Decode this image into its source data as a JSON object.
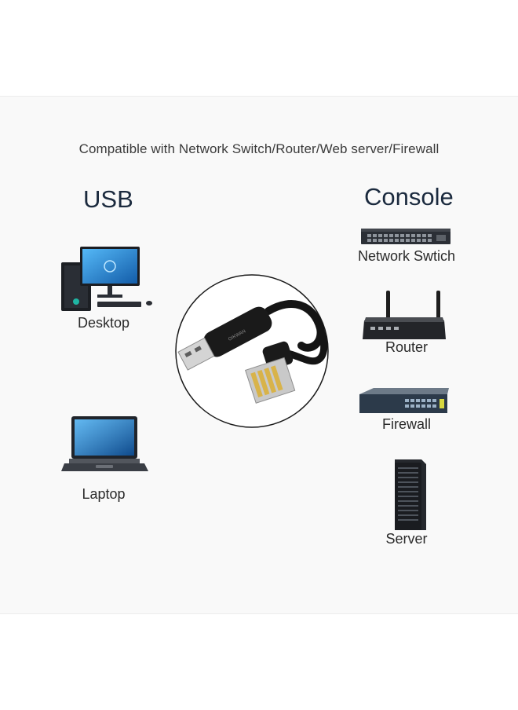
{
  "headline": "Compatible with Network Switch/Router/Web server/Firewall",
  "usb_side": {
    "label": "USB",
    "devices": [
      {
        "name": "Desktop",
        "icon": "desktop-computer-icon"
      },
      {
        "name": "Laptop",
        "icon": "laptop-icon"
      }
    ]
  },
  "console_side": {
    "label": "Console",
    "devices": [
      {
        "name": "Network Swtich",
        "icon": "network-switch-icon"
      },
      {
        "name": "Router",
        "icon": "router-icon"
      },
      {
        "name": "Firewall",
        "icon": "firewall-icon"
      },
      {
        "name": "Server",
        "icon": "server-icon"
      }
    ]
  },
  "cable": {
    "icon": "usb-to-rj45-console-cable-image",
    "brand_text": "OIKWAN"
  },
  "colors": {
    "panel_background": "#f9f9f9",
    "heading_text": "#1b2a3e",
    "cable_black": "#151515"
  }
}
